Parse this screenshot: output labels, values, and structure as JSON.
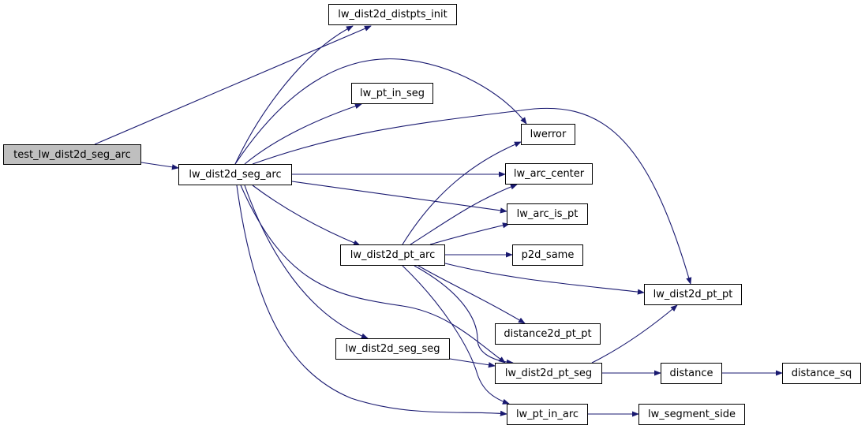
{
  "diagram": {
    "colors": {
      "edge": "#191970",
      "root_fill": "#bfbfbf",
      "node_fill": "#ffffff",
      "border": "#000000"
    },
    "nodes": [
      {
        "id": "test_lw_dist2d_seg_arc",
        "label": "test_lw_dist2d_seg_arc",
        "root": true
      },
      {
        "id": "lw_dist2d_seg_arc",
        "label": "lw_dist2d_seg_arc"
      },
      {
        "id": "lw_dist2d_distpts_init",
        "label": "lw_dist2d_distpts_init"
      },
      {
        "id": "lw_pt_in_seg",
        "label": "lw_pt_in_seg"
      },
      {
        "id": "lwerror",
        "label": "lwerror"
      },
      {
        "id": "lw_arc_center",
        "label": "lw_arc_center"
      },
      {
        "id": "lw_arc_is_pt",
        "label": "lw_arc_is_pt"
      },
      {
        "id": "lw_dist2d_pt_arc",
        "label": "lw_dist2d_pt_arc"
      },
      {
        "id": "p2d_same",
        "label": "p2d_same"
      },
      {
        "id": "lw_dist2d_pt_pt",
        "label": "lw_dist2d_pt_pt"
      },
      {
        "id": "distance2d_pt_pt",
        "label": "distance2d_pt_pt"
      },
      {
        "id": "lw_dist2d_seg_seg",
        "label": "lw_dist2d_seg_seg"
      },
      {
        "id": "lw_dist2d_pt_seg",
        "label": "lw_dist2d_pt_seg"
      },
      {
        "id": "distance",
        "label": "distance"
      },
      {
        "id": "distance_sq",
        "label": "distance_sq"
      },
      {
        "id": "lw_pt_in_arc",
        "label": "lw_pt_in_arc"
      },
      {
        "id": "lw_segment_side",
        "label": "lw_segment_side"
      }
    ],
    "edges": [
      {
        "from": "test_lw_dist2d_seg_arc",
        "to": "lw_dist2d_distpts_init"
      },
      {
        "from": "test_lw_dist2d_seg_arc",
        "to": "lw_dist2d_seg_arc"
      },
      {
        "from": "lw_dist2d_seg_arc",
        "to": "lw_dist2d_distpts_init"
      },
      {
        "from": "lw_dist2d_seg_arc",
        "to": "lwerror"
      },
      {
        "from": "lw_dist2d_seg_arc",
        "to": "lw_pt_in_seg"
      },
      {
        "from": "lw_dist2d_seg_arc",
        "to": "lw_dist2d_pt_pt"
      },
      {
        "from": "lw_dist2d_seg_arc",
        "to": "lw_arc_center"
      },
      {
        "from": "lw_dist2d_seg_arc",
        "to": "lw_arc_is_pt"
      },
      {
        "from": "lw_dist2d_seg_arc",
        "to": "lw_dist2d_pt_arc"
      },
      {
        "from": "lw_dist2d_seg_arc",
        "to": "lw_dist2d_seg_seg"
      },
      {
        "from": "lw_dist2d_seg_arc",
        "to": "lw_dist2d_pt_seg"
      },
      {
        "from": "lw_dist2d_seg_arc",
        "to": "lw_pt_in_arc"
      },
      {
        "from": "lw_dist2d_pt_arc",
        "to": "lwerror"
      },
      {
        "from": "lw_dist2d_pt_arc",
        "to": "lw_arc_center"
      },
      {
        "from": "lw_dist2d_pt_arc",
        "to": "lw_arc_is_pt"
      },
      {
        "from": "lw_dist2d_pt_arc",
        "to": "p2d_same"
      },
      {
        "from": "lw_dist2d_pt_arc",
        "to": "lw_dist2d_pt_pt"
      },
      {
        "from": "lw_dist2d_pt_arc",
        "to": "distance2d_pt_pt"
      },
      {
        "from": "lw_dist2d_pt_arc",
        "to": "lw_dist2d_pt_seg"
      },
      {
        "from": "lw_dist2d_pt_arc",
        "to": "lw_pt_in_arc"
      },
      {
        "from": "lw_dist2d_seg_seg",
        "to": "lw_dist2d_pt_seg"
      },
      {
        "from": "lw_dist2d_pt_seg",
        "to": "lw_dist2d_pt_pt"
      },
      {
        "from": "lw_dist2d_pt_seg",
        "to": "distance"
      },
      {
        "from": "distance",
        "to": "distance_sq"
      },
      {
        "from": "lw_pt_in_arc",
        "to": "lw_segment_side"
      }
    ]
  }
}
